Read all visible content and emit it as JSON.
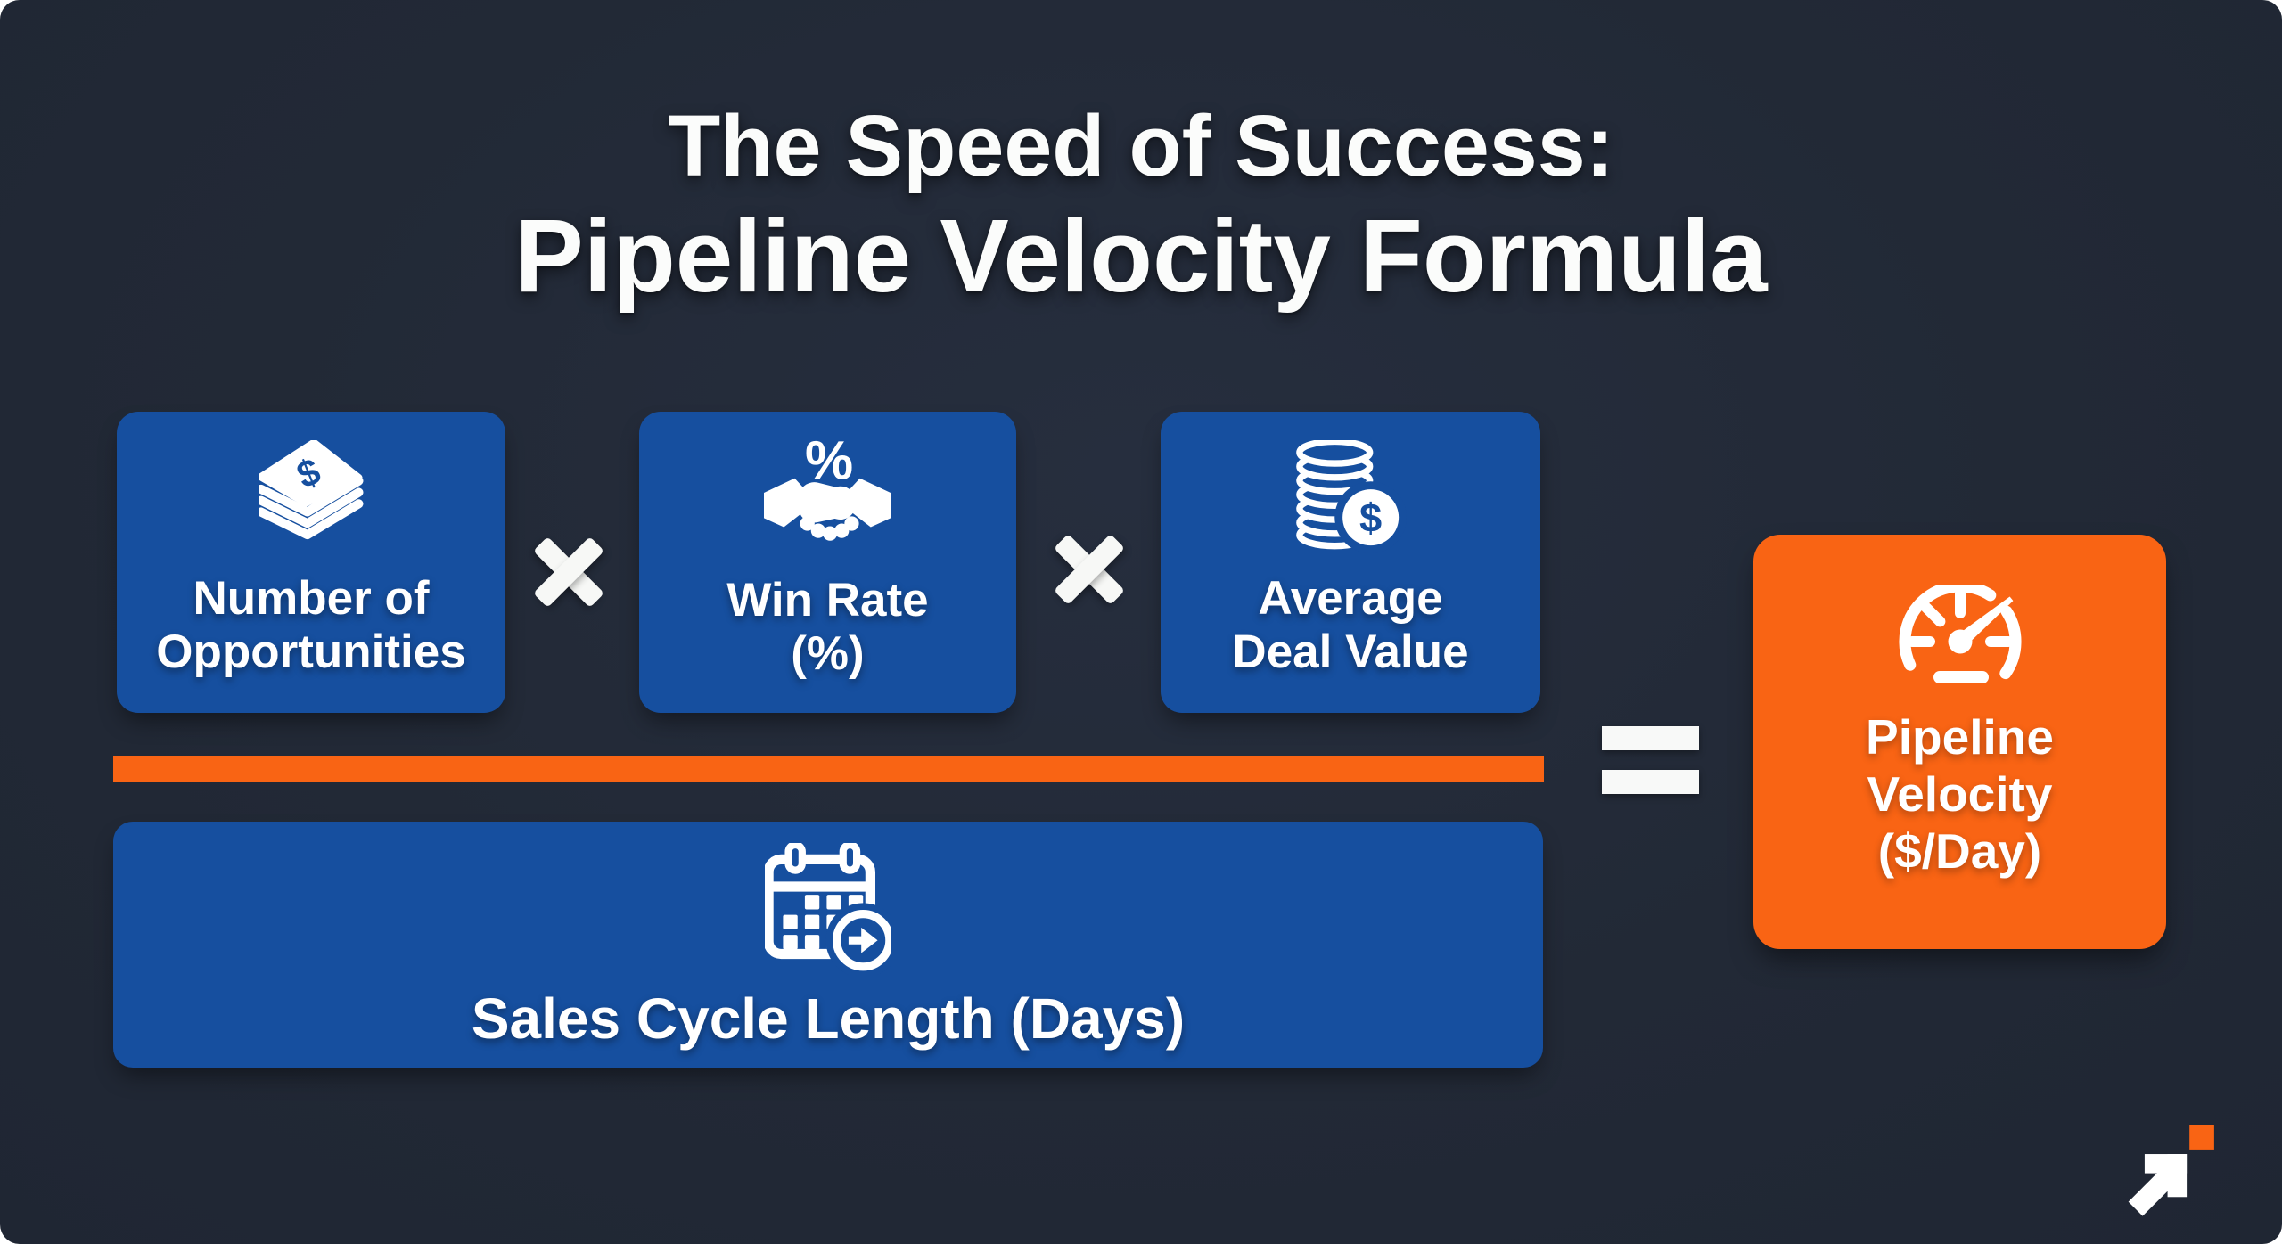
{
  "colors": {
    "page_background": "#ffffff",
    "card_background": "#222936",
    "box_blue": "#164f9f",
    "accent_orange": "#f96414",
    "text_white": "#ffffff"
  },
  "title": {
    "line1": "The Speed of Success:",
    "line2": "Pipeline Velocity Formula"
  },
  "formula": {
    "multiply_symbol": "×",
    "equals_symbol": "=",
    "numerator_boxes": [
      {
        "icon": "money-stack-icon",
        "line1": "Number of",
        "line2": "Opportunities"
      },
      {
        "icon": "handshake-percent-icon",
        "line1": "Win Rate",
        "line2": "(%)"
      },
      {
        "icon": "coins-dollar-icon",
        "line1": "Average",
        "line2": "Deal Value"
      }
    ],
    "denominator_box": {
      "icon": "calendar-arrow-icon",
      "label": "Sales Cycle Length (Days)"
    },
    "result_box": {
      "icon": "speedometer-icon",
      "line1": "Pipeline",
      "line2": "Velocity",
      "line3": "($/Day)"
    }
  },
  "icon_glyphs": {
    "dollar": "$",
    "percent": "%"
  },
  "footer": {
    "logo": "arrow-up-right-logo"
  }
}
